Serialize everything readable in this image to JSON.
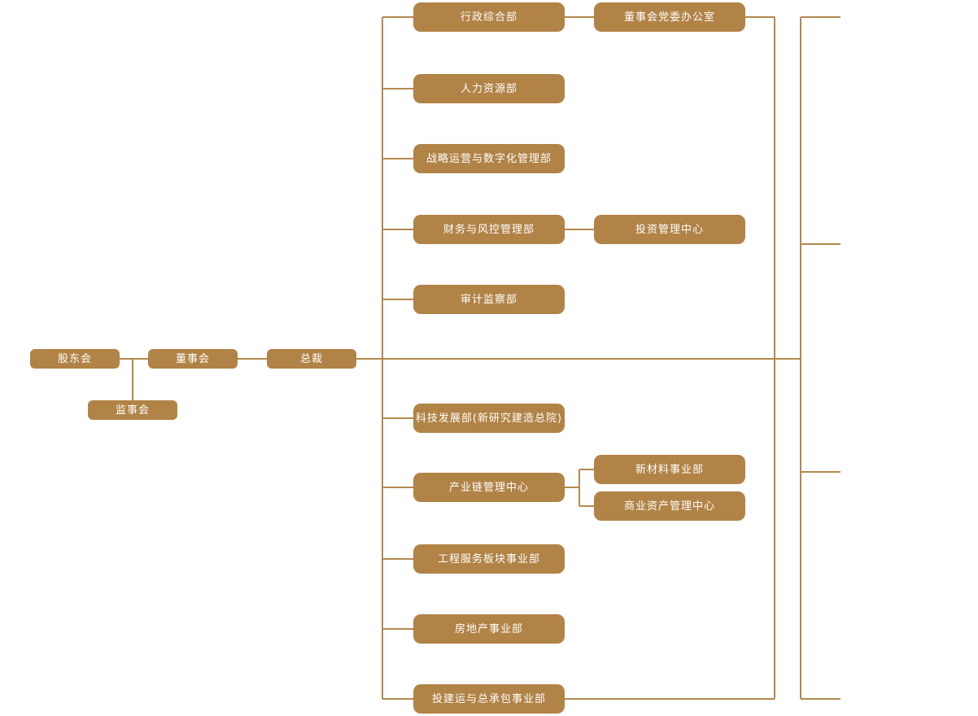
{
  "palette": {
    "node_fill": "#b18346",
    "line_color": "#b3894e",
    "node_text": "#ffffff",
    "background": "#ffffff"
  },
  "nodes": {
    "shareholders": "股东会",
    "board": "董事会",
    "president": "总裁",
    "supervisory": "监事会",
    "admin_general": "行政综合部",
    "party_committee_office": "董事会党委办公室",
    "human_resources": "人力资源部",
    "strategy_digital": "战略运营与数字化管理部",
    "finance_risk": "财务与风控管理部",
    "investment_center": "投资管理中心",
    "audit_supervision": "审计监察部",
    "tech_development": "科技发展部(新研究建造总院)",
    "industry_chain": "产业链管理中心",
    "new_materials": "新材料事业部",
    "commercial_assets": "商业资产管理中心",
    "engineering_services": "工程服务板块事业部",
    "real_estate": "房地产事业部",
    "invest_build_operate": "投建运与总承包事业部"
  },
  "hierarchy": {
    "股东会": [
      "董事会",
      "监事会"
    ],
    "董事会": [
      "总裁"
    ],
    "总裁": [
      "行政综合部",
      "人力资源部",
      "战略运营与数字化管理部",
      "财务与风控管理部",
      "审计监察部",
      "科技发展部(新研究建造总院)",
      "产业链管理中心",
      "工程服务板块事业部",
      "房地产事业部",
      "投建运与总承包事业部"
    ],
    "行政综合部": [
      "董事会党委办公室"
    ],
    "财务与风控管理部": [
      "投资管理中心"
    ],
    "产业链管理中心": [
      "新材料事业部",
      "商业资产管理中心"
    ]
  }
}
